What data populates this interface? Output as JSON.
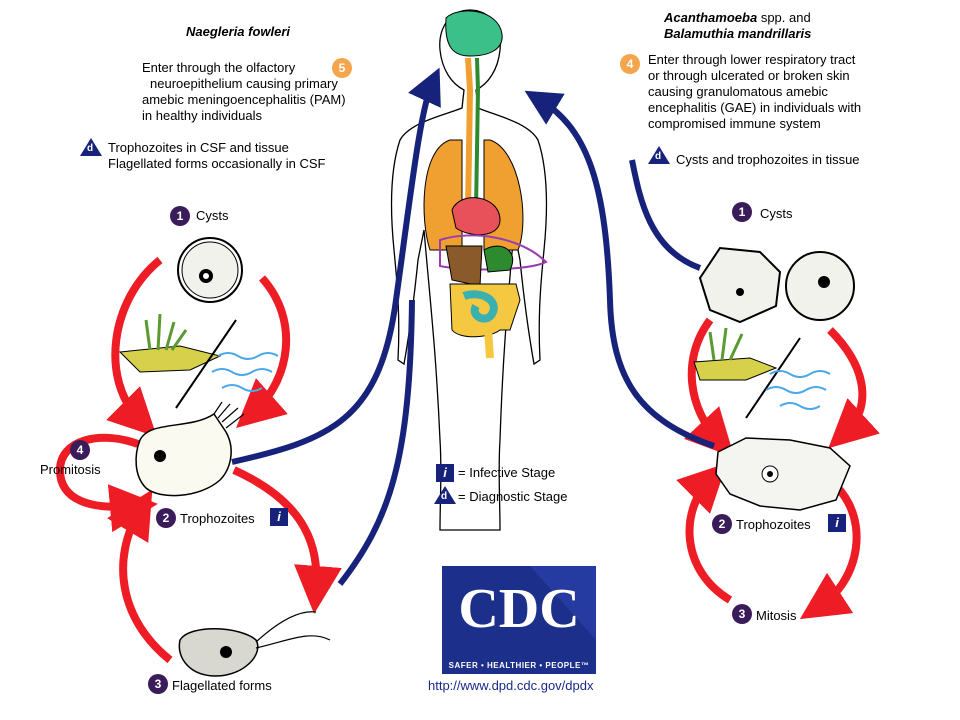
{
  "left": {
    "title": "Naegleria fowleri",
    "entry_text": [
      "Enter through the olfactory",
      "neuroepithelium causing primary",
      "amebic meningoencephalitis (PAM)",
      "in healthy individuals"
    ],
    "entry_num": "5",
    "diag_text": [
      "Trophozoites in CSF and tissue",
      "Flagellated forms occasionally in CSF"
    ],
    "cysts": "Cysts",
    "cysts_num": "1",
    "trophozoites": "Trophozoites",
    "troph_num": "2",
    "flagellated": "Flagellated forms",
    "flag_num": "3",
    "promitosis": "Promitosis",
    "promitosis_num": "4"
  },
  "right": {
    "title_a": "Acanthamoeba",
    "title_a_suffix": " spp. and",
    "title_b": "Balamuthia mandrillaris",
    "entry_num": "4",
    "entry_text": [
      "Enter through lower respiratory tract",
      "or through ulcerated or broken skin",
      "causing granulomatous amebic",
      "encephalitis (GAE) in individuals with",
      "compromised immune system"
    ],
    "diag_text": "Cysts and trophozoites in tissue",
    "cysts": "Cysts",
    "cysts_num": "1",
    "trophozoites": "Trophozoites",
    "troph_num": "2",
    "mitosis": "Mitosis",
    "mitosis_num": "3"
  },
  "legend": {
    "infective": "= Infective Stage",
    "diagnostic": "= Diagnostic Stage",
    "i_symbol": "i",
    "d_symbol": "d"
  },
  "logo": {
    "text": "CDC",
    "tagline": "SAFER • HEALTHIER • PEOPLE™"
  },
  "url": "http://www.dpd.cdc.gov/dpdx",
  "colors": {
    "red_arrow": "#ee1c25",
    "blue_arrow": "#17237a",
    "stage_num": "#3a1c5a",
    "entry_num": "#f5a64c"
  }
}
